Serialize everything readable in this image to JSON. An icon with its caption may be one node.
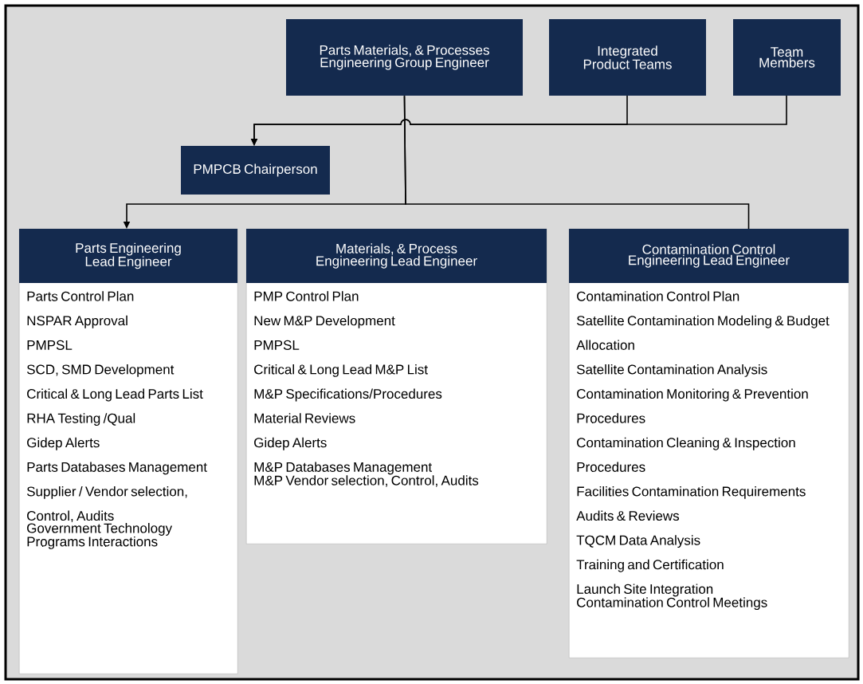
{
  "diagram": {
    "nodes": [
      {
        "text": [
          "Parts Materials, & Processes Engineering Group Engineer"
        ]
      },
      {
        "text": [
          "Integrated Product Teams"
        ]
      },
      {
        "text": [
          "Team Members"
        ]
      },
      {
        "text": [
          "PMPCB Chairperson"
        ]
      },
      {
        "text": [
          "Parts Engineering Lead Engineer",
          "Parts Control Plan",
          "NSPAR Approval",
          "PMPSL",
          "SCD, SMD Development",
          "Critical & Long Lead Parts List",
          "RHA Testing /Qual",
          "Gidep Alerts",
          "Parts Databases Management",
          "Supplier / Vendor selection, Control, Audits",
          "Government Technology Programs Interactions"
        ]
      },
      {
        "text": [
          "Materials, & Process Engineering Lead Engineer",
          "PMP Control Plan",
          "New M&P Development",
          "PMPSL",
          "Critical & Long Lead M&P List",
          "M&P Specifications/Procedures",
          "Material Reviews",
          "Gidep Alerts",
          "M&P Databases Management",
          "M&P Vendor selection, Control, Audits"
        ]
      },
      {
        "text": [
          "Contamination Control Engineering Lead Engineer",
          "Contamination Control Plan",
          "Satellite Contamination Modeling & Budget Allocation",
          "Satellite Contamination Analysis",
          "Contamination Monitoring & Prevention Procedures",
          "Contamination Cleaning & Inspection Procedures",
          "Facilities Contamination Requirements",
          "Audits & Reviews",
          "TQCM Data Analysis",
          "Training and Certification",
          "Launch Site Integration",
          "Contamination Control Meetings"
        ]
      }
    ],
    "edges": [
      {
        "from": 0,
        "to": 4,
        "arrow": "to"
      },
      {
        "from": 0,
        "to": 6,
        "arrow": "none"
      },
      {
        "from": 1,
        "to": 3,
        "arrow": "to"
      },
      {
        "from": 2,
        "to": 3,
        "arrow": "to"
      }
    ]
  }
}
